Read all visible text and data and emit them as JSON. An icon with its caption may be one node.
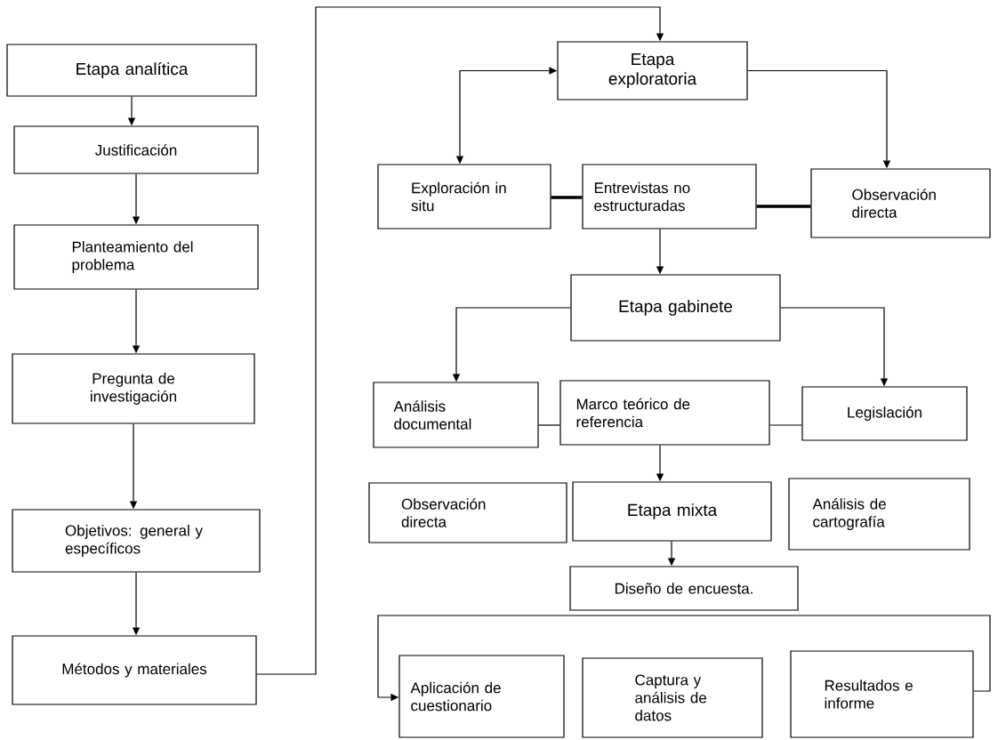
{
  "diagram": {
    "nodes": [
      {
        "text": [
          "Etapa analítica"
        ]
      },
      {
        "text": [
          "Justificación"
        ]
      },
      {
        "text": [
          "Planteamiento del problema"
        ]
      },
      {
        "text": [
          "Pregunta de investigación"
        ]
      },
      {
        "text": [
          "Objetivos: general y específicos"
        ]
      },
      {
        "text": [
          "Métodos y materiales"
        ]
      },
      {
        "text": [
          "Etapa exploratoria"
        ]
      },
      {
        "text": [
          "Exploración in situ"
        ]
      },
      {
        "text": [
          "Entrevistas no estructuradas"
        ]
      },
      {
        "text": [
          "Observación directa"
        ]
      },
      {
        "text": [
          "Etapa gabinete"
        ]
      },
      {
        "text": [
          "Análisis documental"
        ]
      },
      {
        "text": [
          "Marco teórico de referencia"
        ]
      },
      {
        "text": [
          "Legislación"
        ]
      },
      {
        "text": [
          "Observación directa"
        ]
      },
      {
        "text": [
          "Etapa mixta"
        ]
      },
      {
        "text": [
          "Análisis de cartografía"
        ]
      },
      {
        "text": [
          "Diseño de encuesta."
        ]
      },
      {
        "text": [
          "Aplicación de cuestionario"
        ]
      },
      {
        "text": [
          "Captura y análisis de datos"
        ]
      },
      {
        "text": [
          "Resultados e informe"
        ]
      }
    ],
    "edges": [
      {
        "from": 0,
        "to": 1,
        "arrow": "to"
      },
      {
        "from": 1,
        "to": 2,
        "arrow": "to"
      },
      {
        "from": 2,
        "to": 3,
        "arrow": "to"
      },
      {
        "from": 3,
        "to": 4,
        "arrow": "to"
      },
      {
        "from": 4,
        "to": 5,
        "arrow": "to"
      },
      {
        "from": 5,
        "to": 6,
        "arrow": "to"
      },
      {
        "from": 6,
        "to": 7,
        "arrow": "both"
      },
      {
        "from": 6,
        "to": 9,
        "arrow": "to"
      },
      {
        "from": 7,
        "to": 8,
        "arrow": "none",
        "style": "thick"
      },
      {
        "from": 8,
        "to": 9,
        "arrow": "none",
        "style": "thick"
      },
      {
        "from": 8,
        "to": 10,
        "arrow": "to"
      },
      {
        "from": 10,
        "to": 11,
        "arrow": "to"
      },
      {
        "from": 10,
        "to": 13,
        "arrow": "to"
      },
      {
        "from": 11,
        "to": 12,
        "arrow": "none"
      },
      {
        "from": 12,
        "to": 13,
        "arrow": "none"
      },
      {
        "from": 12,
        "to": 15,
        "arrow": "to"
      },
      {
        "from": 15,
        "to": 17,
        "arrow": "to"
      },
      {
        "from": 20,
        "to": 18,
        "arrow": "to"
      }
    ]
  }
}
